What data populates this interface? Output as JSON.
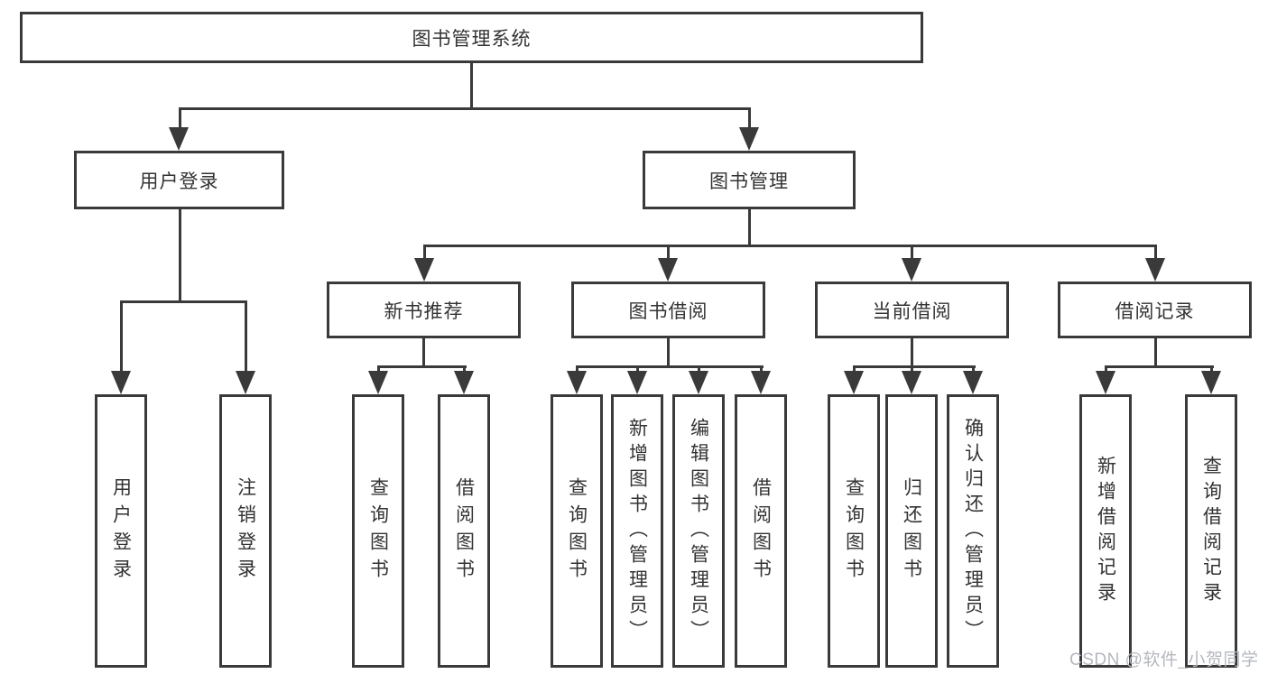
{
  "tree": {
    "root": {
      "label": "图书管理系统"
    },
    "branches": [
      {
        "label": "用户登录",
        "leaves": [
          "用户登录",
          "注销登录"
        ]
      },
      {
        "label": "图书管理",
        "groups": [
          {
            "label": "新书推荐",
            "leaves": [
              "查询图书",
              "借阅图书"
            ]
          },
          {
            "label": "图书借阅",
            "leaves": [
              "查询图书",
              "新增图书（管理员）",
              "编辑图书（管理员）",
              "借阅图书"
            ]
          },
          {
            "label": "当前借阅",
            "leaves": [
              "查询图书",
              "归还图书",
              "确认归还（管理员）"
            ]
          },
          {
            "label": "借阅记录",
            "leaves": [
              "新增借阅记录",
              "查询借阅记录"
            ]
          }
        ]
      }
    ]
  },
  "watermark": {
    "text": "CSDN @软件_小贺同学"
  },
  "colors": {
    "line": "#3a3a3a",
    "text": "#333333",
    "watermark": "#b4b8be",
    "background": "#ffffff"
  }
}
